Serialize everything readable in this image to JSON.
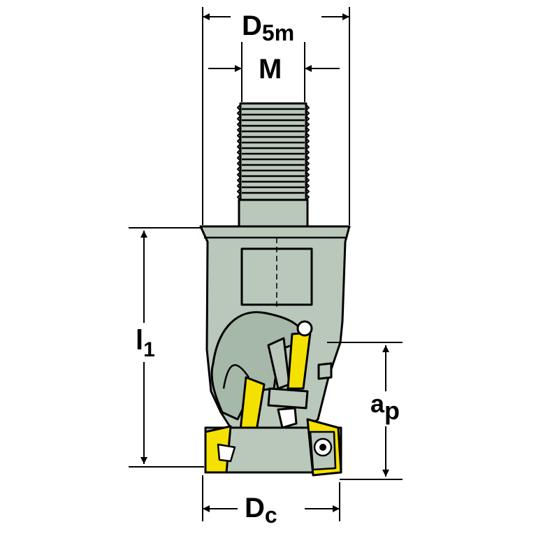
{
  "labels": {
    "d5m_main": "D",
    "d5m_sub": "5m",
    "m": "M",
    "l1_main": "l",
    "l1_sub": "1",
    "ap_main": "a",
    "ap_sub": "p",
    "dc_main": "D",
    "dc_sub": "c"
  },
  "colors": {
    "body": "#b9c8ba",
    "body_shadow": "#9fb3a1",
    "insert": "#f5e100",
    "outline": "#000000",
    "background": "#ffffff"
  }
}
